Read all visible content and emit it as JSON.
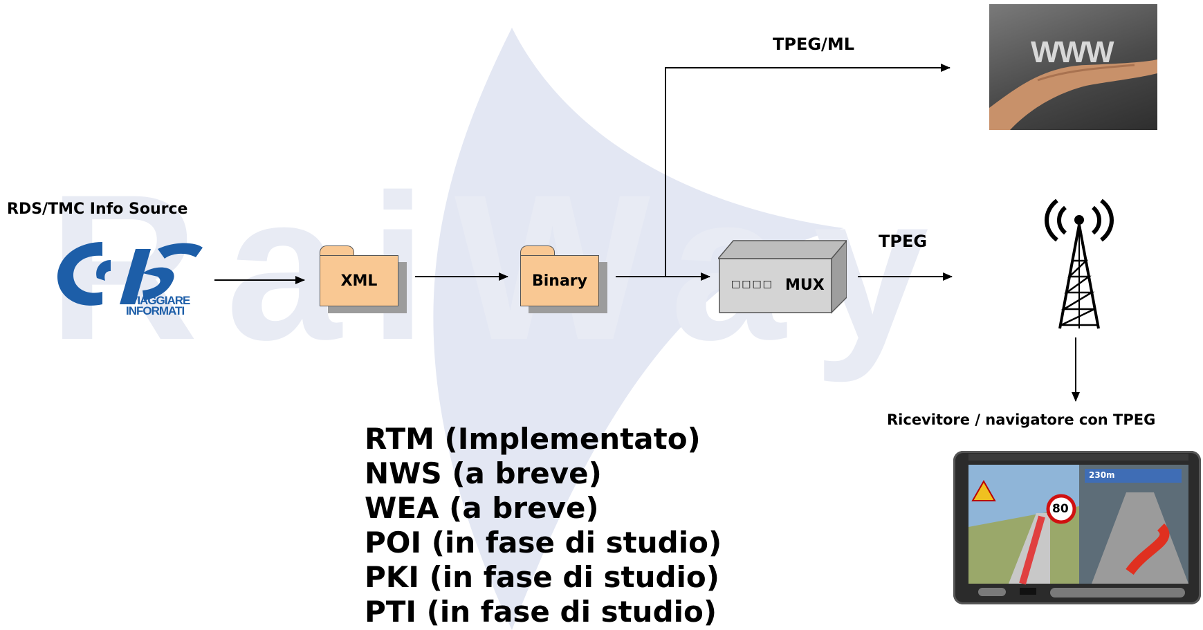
{
  "watermark": {
    "text": "RaiWay",
    "color": "#cfd6ea"
  },
  "source": {
    "label": "RDS/TMC Info Source",
    "logo_text_1": "VIAGGIARE",
    "logo_text_2": "INFORMATI",
    "logo_color": "#1d5ea8"
  },
  "nodes": {
    "xml": "XML",
    "binary": "Binary",
    "mux": "MUX",
    "mux_leds": "□□□□"
  },
  "flows": {
    "tpeg_ml": "TPEG/ML",
    "tpeg": "TPEG"
  },
  "www_image": {
    "text": "WWW"
  },
  "receiver": {
    "label": "Ricevitore / navigatore con TPEG",
    "speed": "80",
    "distance": "230m"
  },
  "services": [
    "RTM (Implementato)",
    "NWS (a breve)",
    "WEA (a breve)",
    "POI (in fase di studio)",
    "PKI (in fase di studio)",
    "PTI (in fase di studio)"
  ],
  "colors": {
    "folder": "#f9c893",
    "mux": "#d4d4d4",
    "arrow": "#000000"
  }
}
